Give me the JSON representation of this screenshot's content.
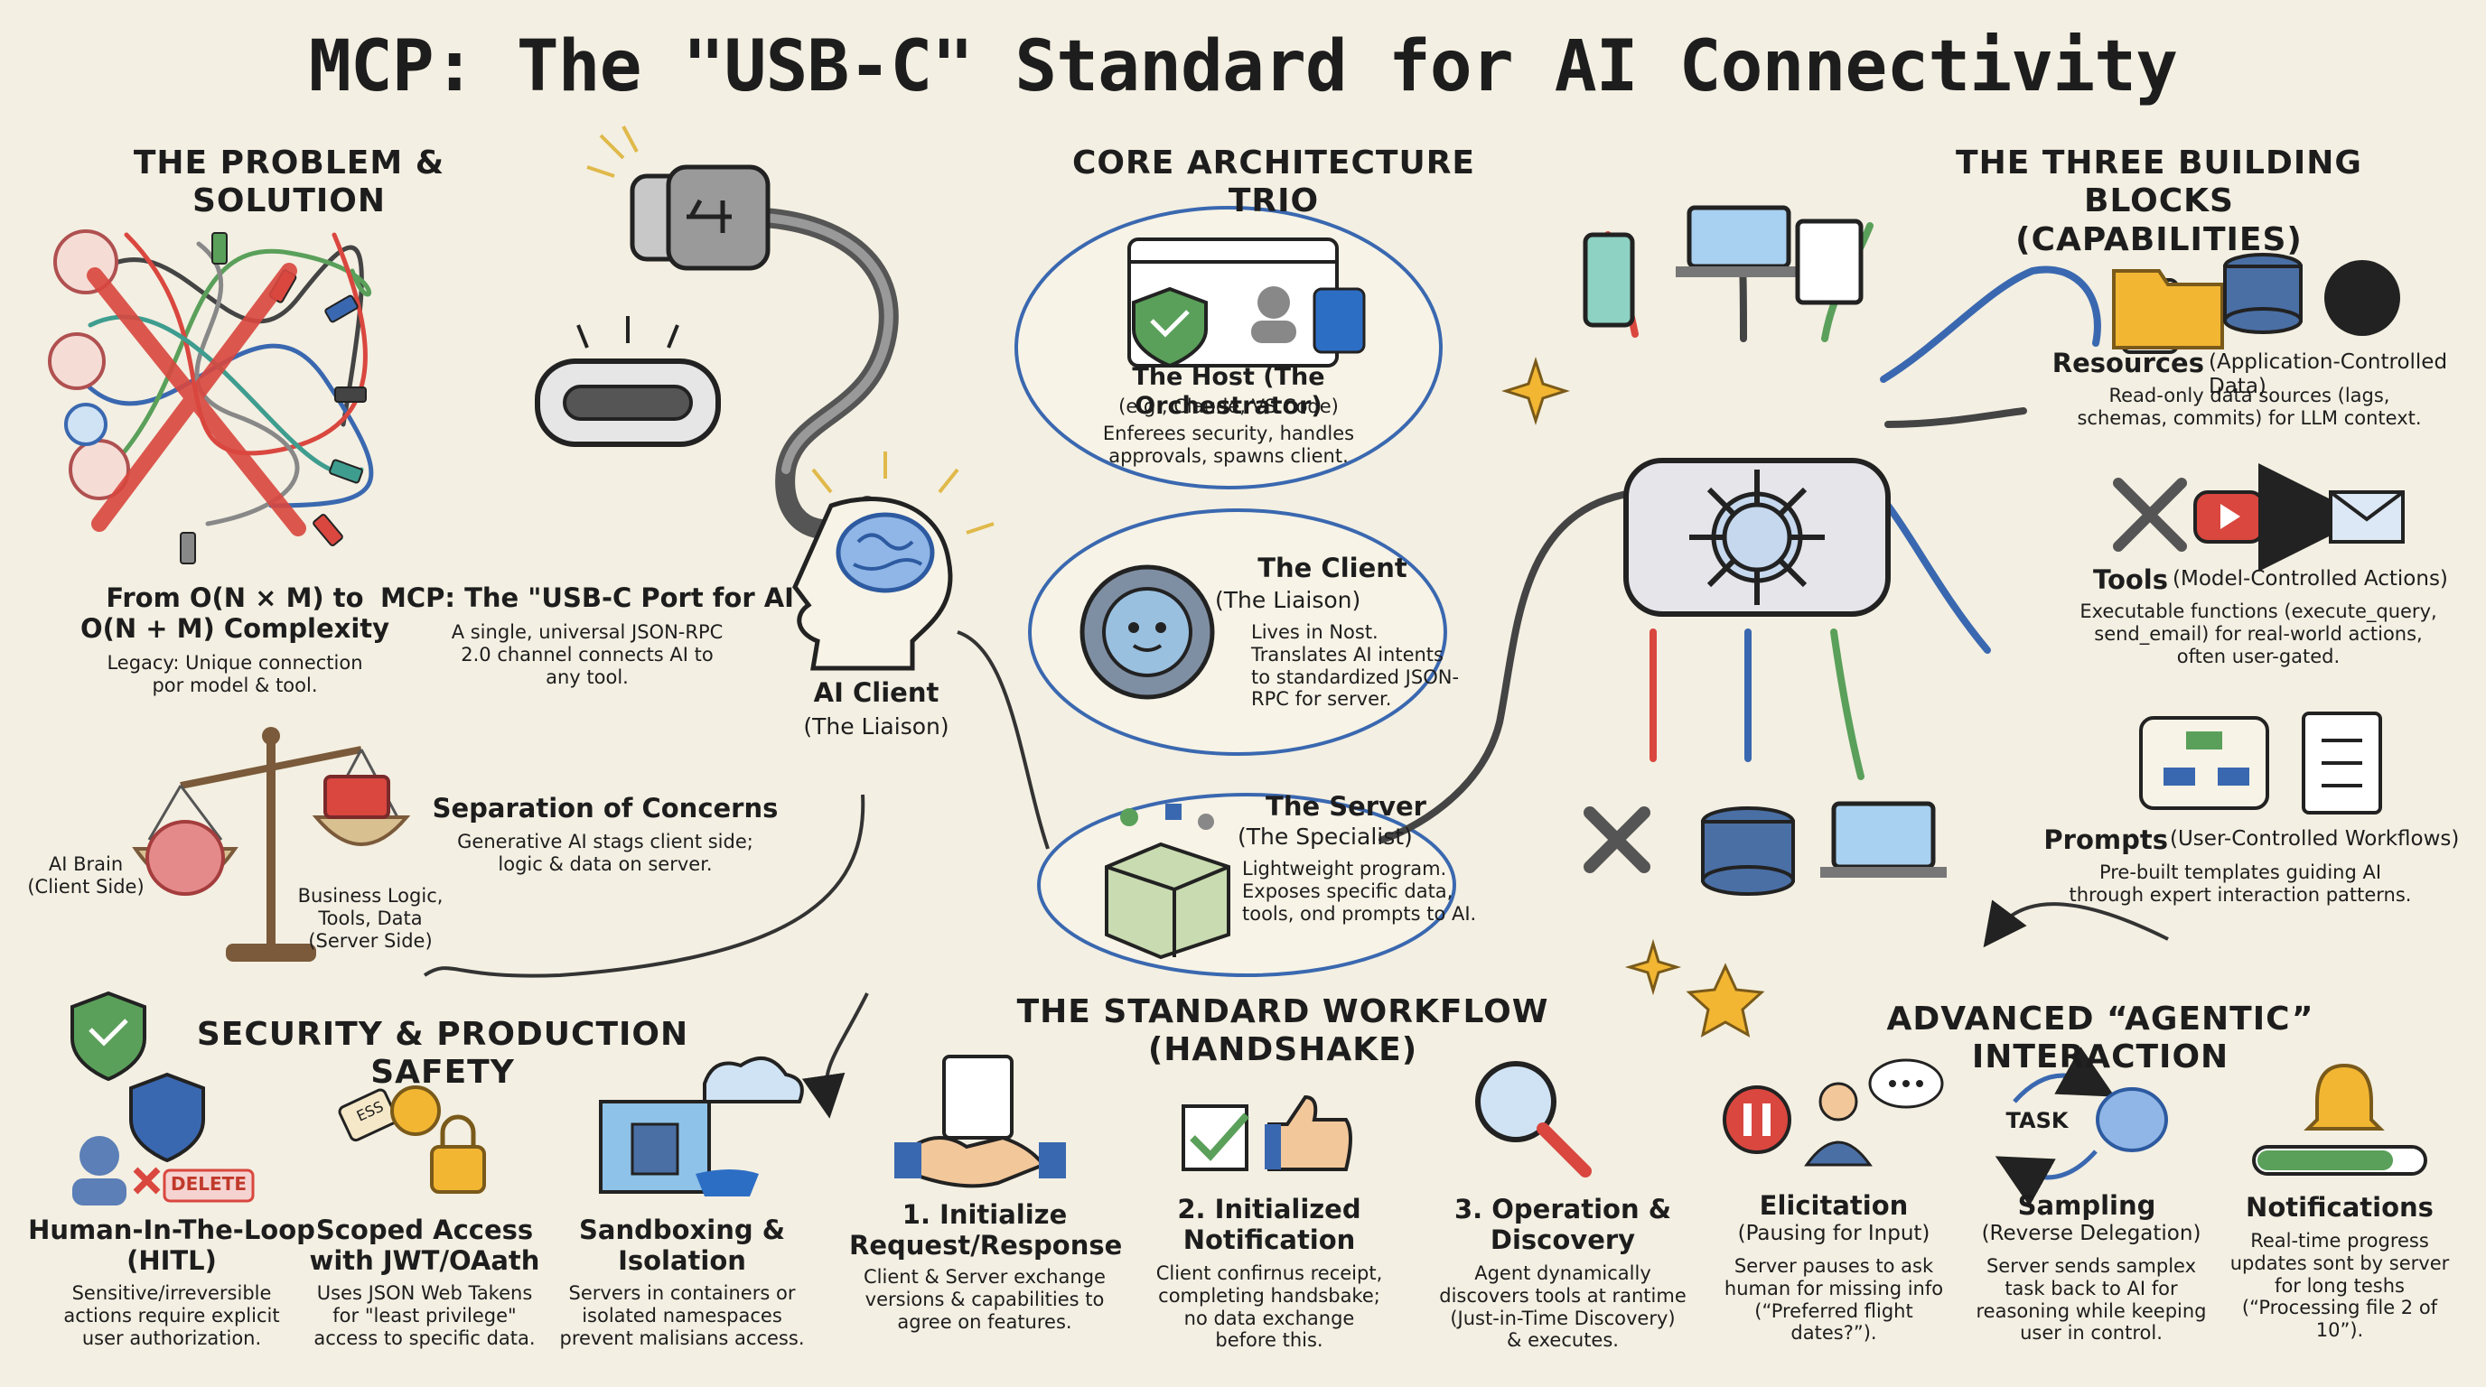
{
  "title": "MCP: The \"USB-C\" Standard for AI Connectivity",
  "sections": {
    "problem": "THE PROBLEM & SOLUTION",
    "core": "CORE ARCHITECTURE TRIO",
    "blocks": "THE THREE BUILDING BLOCKS\n(CAPABILITIES)",
    "security": "SECURITY & PRODUCTION SAFETY",
    "workflow": "THE STANDARD WORKFLOW (HANDSHAKE)",
    "advanced": "ADVANCED “AGENTIC” INTERACTION"
  },
  "problem": {
    "complexity_title": "From O(N × M) to\nO(N + M) Complexity",
    "complexity_desc": "Legacy: Unique connection\npor model & tool.",
    "usbc_title": "MCP: The \"USB-C Port for AI",
    "usbc_desc": "A single, universal JSON-RPC\n2.0 channel connects AI to\nany tool.",
    "soc_title": "Separation of Concerns",
    "soc_desc": "Generative AI stags client side;\nlogic & data on server.",
    "brain_label": "AI Brain\n(Client Side)",
    "logic_label": "Business Logic,\nTools, Data\n(Server Side)"
  },
  "ai_client": {
    "title": "AI Client",
    "sub": "(The Liaison)"
  },
  "core": {
    "host": {
      "title": "The Host (The Orchestrator)",
      "sub": "(e.g., Claude, VS Code)",
      "desc": "Enferees security, handles\napprovals, spawns client."
    },
    "client": {
      "title": "The Client",
      "sub": "(The Liaison)",
      "desc": "Lives in Nost.\nTranslates AI intents\nto standardized JSON-\nRPC for server."
    },
    "server": {
      "title": "The Server",
      "sub": "(The Specialist)",
      "desc": "Lightweight program.\nExposes specific data,\ntools, ond prompts to AI."
    }
  },
  "blocks": {
    "resources": {
      "title": "Resources",
      "sub": "(Application-Controlled Data)",
      "desc": "Read-only data sources (lags,\nschemas, commits) for LLM context."
    },
    "tools": {
      "title": "Tools",
      "sub": "(Model-Controlled Actions)",
      "desc": "Executable functions (execute_query,\nsend_email) for real-world actions,\noften user-gated."
    },
    "prompts": {
      "title": "Prompts",
      "sub": "(User-Controlled Workflows)",
      "desc": "Pre-built templates guiding AI\nthrough expert interaction patterns."
    }
  },
  "security": {
    "hitl": {
      "title": "Human-In-The-Loop\n(HITL)",
      "desc": "Sensitive/irreversible\nactions require explicit\nuser authorization.",
      "delete_label": "DELETE"
    },
    "scoped": {
      "title": "Scoped Access\nwith JWT/OAath",
      "desc": "Uses JSON Web Takens\nfor \"least privilege\"\naccess to specific data.",
      "tag_label": "ESS"
    },
    "sandbox": {
      "title": "Sandboxing &\nIsolation",
      "desc": "Servers in containers or\nisolated namespaces\nprevent malisians access."
    }
  },
  "workflow": {
    "step1": {
      "title": "1. Initialize\nRequest/Response",
      "desc": "Client & Server exchange\nversions & capabilities to\nagree on features."
    },
    "step2": {
      "title": "2. Initialized\nNotification",
      "desc": "Client confirnus receipt,\ncompleting handsbake;\nno data exchange\nbefore this."
    },
    "step3": {
      "title": "3. Operation &\nDiscovery",
      "desc": "Agent dynamically\ndiscovers tools at rantime\n(Just-in-Time Discovery)\n& executes."
    }
  },
  "advanced": {
    "elicitation": {
      "title": "Elicitation",
      "sub": "(Pausing for Input)",
      "desc": "Server pauses to ask\nhuman for missing info\n(“Preferred flight\ndates?”)."
    },
    "sampling": {
      "title": "Sampling",
      "sub": "(Reverse Delegation)",
      "desc": "Server sends samplex\ntask back to AI for\nreasoning while keeping\nuser in control.",
      "task_label": "TASK"
    },
    "notifications": {
      "title": "Notifications",
      "desc": "Real-time progress\nupdates sont by server\nfor long teshs\n(“Processing file 2 of\n10”)."
    }
  },
  "colors": {
    "background": "#f3efe2",
    "ink": "#1d1d1d",
    "blue": "#3a68b0",
    "red": "#d9473f",
    "green": "#5aa05a",
    "yellow": "#f2b632",
    "teal": "#3e9d8f"
  }
}
